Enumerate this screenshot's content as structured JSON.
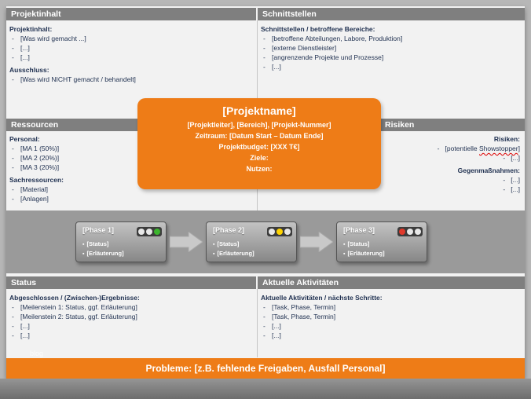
{
  "colors": {
    "accent_orange": "#ee7c17",
    "header_gray": "#7f7f7f",
    "text_navy": "#1f3050",
    "status_green": "#3cb52e",
    "status_yellow": "#ffd400",
    "status_red": "#e0392b"
  },
  "watermark": "blog",
  "projektinhalt": {
    "header": "Projektinhalt",
    "heading1": "Projektinhalt:",
    "items1": [
      "[Was wird gemacht ...]",
      "[...]",
      "[...]"
    ],
    "heading2": "Ausschluss:",
    "items2": [
      "[Was wird NICHT gemacht / behandelt]"
    ]
  },
  "schnittstellen": {
    "header": "Schnittstellen",
    "heading": "Schnittstellen / betroffene Bereiche:",
    "items": [
      "[betroffene Abteilungen, Labore, Produktion]",
      "[externe Dienstleister]",
      "[angrenzende Projekte und Prozesse]",
      "[...]"
    ]
  },
  "ressourcen": {
    "header": "Ressourcen",
    "heading1": "Personal:",
    "items1": [
      "[MA 1 (50%)]",
      "[MA 2 (20%)]",
      "[MA 3 (20%)]"
    ],
    "heading2": "Sachressourcen:",
    "items2": [
      "[Material]",
      "[Anlagen]"
    ]
  },
  "risiken": {
    "header": "Risiken",
    "heading1": "Risiken:",
    "item1_prefix": "[potentielle ",
    "item1_word": "Showstopper",
    "item1_suffix": "]",
    "items1_rest": [
      "[...]"
    ],
    "heading2": "Gegenmaßnahmen:",
    "items2": [
      "[...]",
      "[...]"
    ]
  },
  "projektkarte": {
    "name": "[Projektname]",
    "subtitle": "[Projektleiter], [Bereich], [Projekt-Nummer]",
    "zeitraum": "Zeitraum: [Datum Start – Datum Ende]",
    "budget": "Projektbudget: [XXX T€]",
    "ziele": "Ziele:",
    "nutzen": "Nutzen:"
  },
  "phasen": [
    {
      "label": "[Phase 1]",
      "bullets": [
        "[Status]",
        "[Erläuterung]"
      ],
      "lights": [
        "#e8e8e8",
        "#e8e8e8",
        "#3cb52e"
      ]
    },
    {
      "label": "[Phase 2]",
      "bullets": [
        "[Status]",
        "[Erläuterung]"
      ],
      "lights": [
        "#e8e8e8",
        "#ffd400",
        "#e8e8e8"
      ]
    },
    {
      "label": "[Phase 3]",
      "bullets": [
        "[Status]",
        "[Erläuterung]"
      ],
      "lights": [
        "#e0392b",
        "#e8e8e8",
        "#e8e8e8"
      ]
    }
  ],
  "status": {
    "header": "Status",
    "heading": "Abgeschlossen / (Zwischen-)Ergebnisse:",
    "items": [
      "[Meilenstein 1: Status, ggf. Erläuterung]",
      "[Meilenstein 2: Status, ggf. Erläuterung]",
      "[...]",
      "[...]"
    ]
  },
  "aktivitaeten": {
    "header": "Aktuelle Aktivitäten",
    "heading": "Aktuelle Aktivitäten / nächste Schritte:",
    "items": [
      "[Task, Phase, Termin]",
      "[Task, Phase, Termin]",
      "[...]",
      "[...]"
    ]
  },
  "probleme": "Probleme: [z.B. fehlende Freigaben, Ausfall Personal]"
}
